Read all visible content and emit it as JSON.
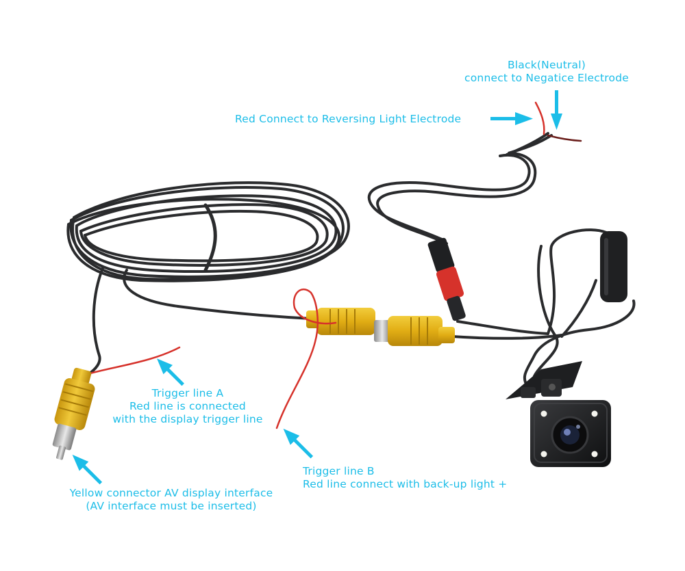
{
  "colors": {
    "label": "#1bbde8",
    "arrow": "#1bbde8",
    "cable": "#2a2b2d",
    "red_wire": "#d6322b",
    "yellow": "#e6b71c",
    "camera": "#1e1f21"
  },
  "labels": {
    "black_neutral": {
      "line1": "Black(Neutral)",
      "line2": "connect to Negatice Electrode"
    },
    "red_reversing": "Red Connect to Reversing Light Electrode",
    "trigger_a": {
      "line1": "Trigger line A",
      "line2": "Red line is connected",
      "line3": "with the display trigger line"
    },
    "trigger_b": {
      "line1": "Trigger line B",
      "line2": "Red line connect with back-up light +"
    },
    "yellow_connector": {
      "line1": "Yellow connector AV display interface",
      "line2": "(AV interface must be inserted)"
    }
  },
  "icons": {
    "arrow": "arrow-icon",
    "camera": "backup-camera-icon",
    "rca": "rca-plug-icon"
  }
}
